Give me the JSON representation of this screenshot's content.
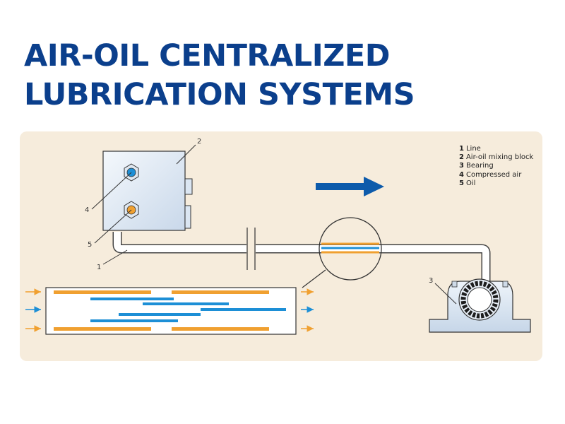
{
  "title": {
    "line1": "AIR-OIL CENTRALIZED",
    "line2": "LUBRICATION SYSTEMS"
  },
  "callouts": {
    "c1": "1",
    "c2": "2",
    "c3": "3",
    "c4": "4",
    "c5": "5"
  },
  "legend": {
    "items": [
      {
        "num": "1",
        "label": "Line"
      },
      {
        "num": "2",
        "label": "Air-oil mixing block"
      },
      {
        "num": "3",
        "label": "Bearing"
      },
      {
        "num": "4",
        "label": "Compressed air"
      },
      {
        "num": "5",
        "label": "Oil"
      }
    ]
  },
  "colors": {
    "title": "#0b3f8c",
    "background_panel": "#f6ecdc",
    "oil": "#f0a030",
    "air": "#1d8fd6",
    "flow_arrow": "#0d5bab",
    "component_fill": "#dde8f4",
    "outline": "#333333"
  },
  "icons": {
    "flow_direction": "arrow-right-icon"
  }
}
